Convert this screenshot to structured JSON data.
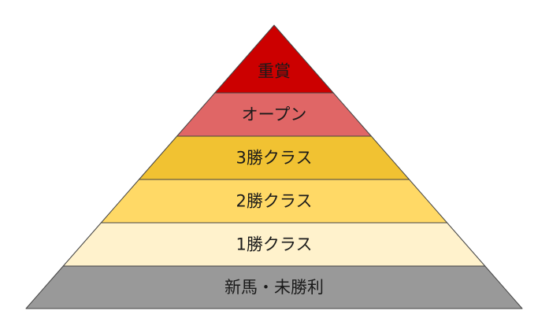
{
  "tiers": [
    {
      "label": "重賞",
      "color": "#cc0000"
    },
    {
      "label": "オープン",
      "color": "#e06666"
    },
    {
      "label": "3勝クラス",
      "color": "#f1c232"
    },
    {
      "label": "2勝クラス",
      "color": "#ffd966"
    },
    {
      "label": "1勝クラス",
      "color": "#fff2cc"
    },
    {
      "label": "新馬・未勝利",
      "color": "#999999"
    }
  ],
  "outline_color": "#434343"
}
